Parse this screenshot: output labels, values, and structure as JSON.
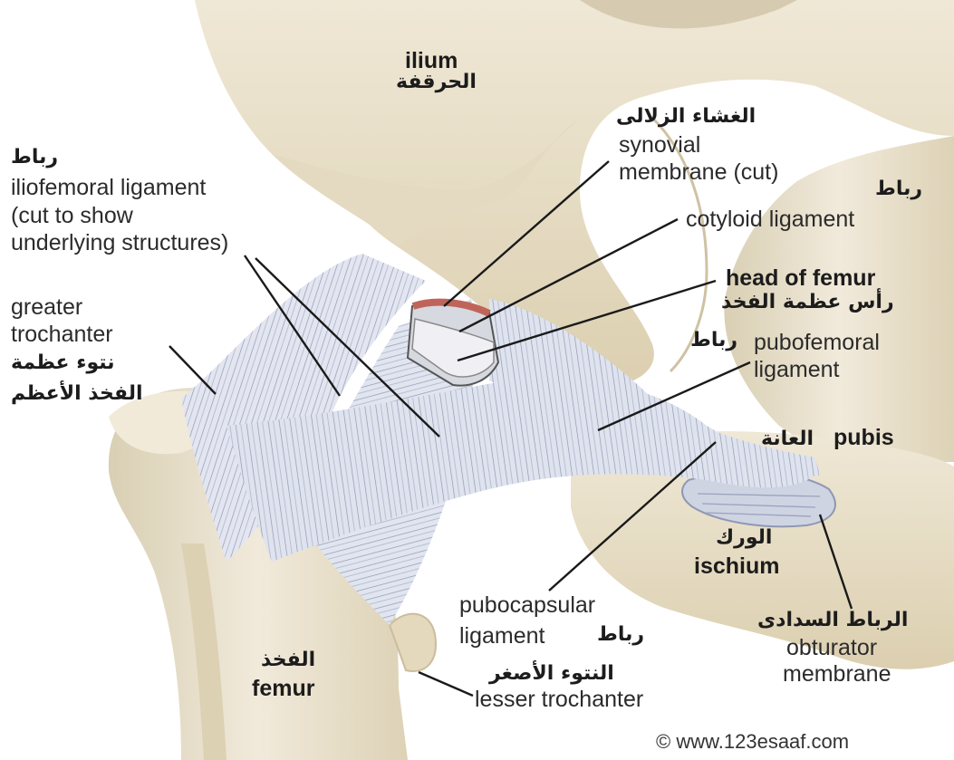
{
  "labels": {
    "ilium": {
      "en": "ilium",
      "ar": "الحرقفة"
    },
    "synovial": {
      "ar": "الغشاء الزلالى",
      "en1": "synovial",
      "en2": "membrane (cut)"
    },
    "cotyloid": {
      "ar": "رباط",
      "en": "cotyloid ligament"
    },
    "head_of_femur": {
      "en": "head of femur",
      "ar": "رأس عظمة الفخذ"
    },
    "iliofemoral": {
      "ar": "رباط",
      "en1": "iliofemoral ligament",
      "en2": "(cut to show",
      "en3": "underlying structures)"
    },
    "greater_trochanter": {
      "en1": "greater",
      "en2": "trochanter",
      "ar1": "نتوء عظمة",
      "ar2": "الفخذ الأعظم"
    },
    "pubofemoral": {
      "ar": "رباط",
      "en1": "pubofemoral",
      "en2": "ligament"
    },
    "pubis": {
      "ar": "العانة",
      "en": "pubis"
    },
    "ischium": {
      "ar": "الورك",
      "en": "ischium"
    },
    "pubocapsular": {
      "en1": "pubocapsular",
      "en2": "ligament",
      "ar": "رباط"
    },
    "obturator": {
      "ar": "الرباط السدادى",
      "en1": "obturator",
      "en2": "membrane"
    },
    "femur": {
      "ar": "الفخذ",
      "en": "femur"
    },
    "lesser_trochanter": {
      "ar": "النتوء الأصغر",
      "en": "lesser trochanter"
    }
  },
  "watermark": "© www.123esaaf.com",
  "colors": {
    "bone": "#ece4cf",
    "bone_shadow": "#d8ccae",
    "ligament": "#d9deec",
    "ligament_lines": "#9aa3bd",
    "synovial": "#c0645a",
    "leader": "#1a1a1a"
  }
}
